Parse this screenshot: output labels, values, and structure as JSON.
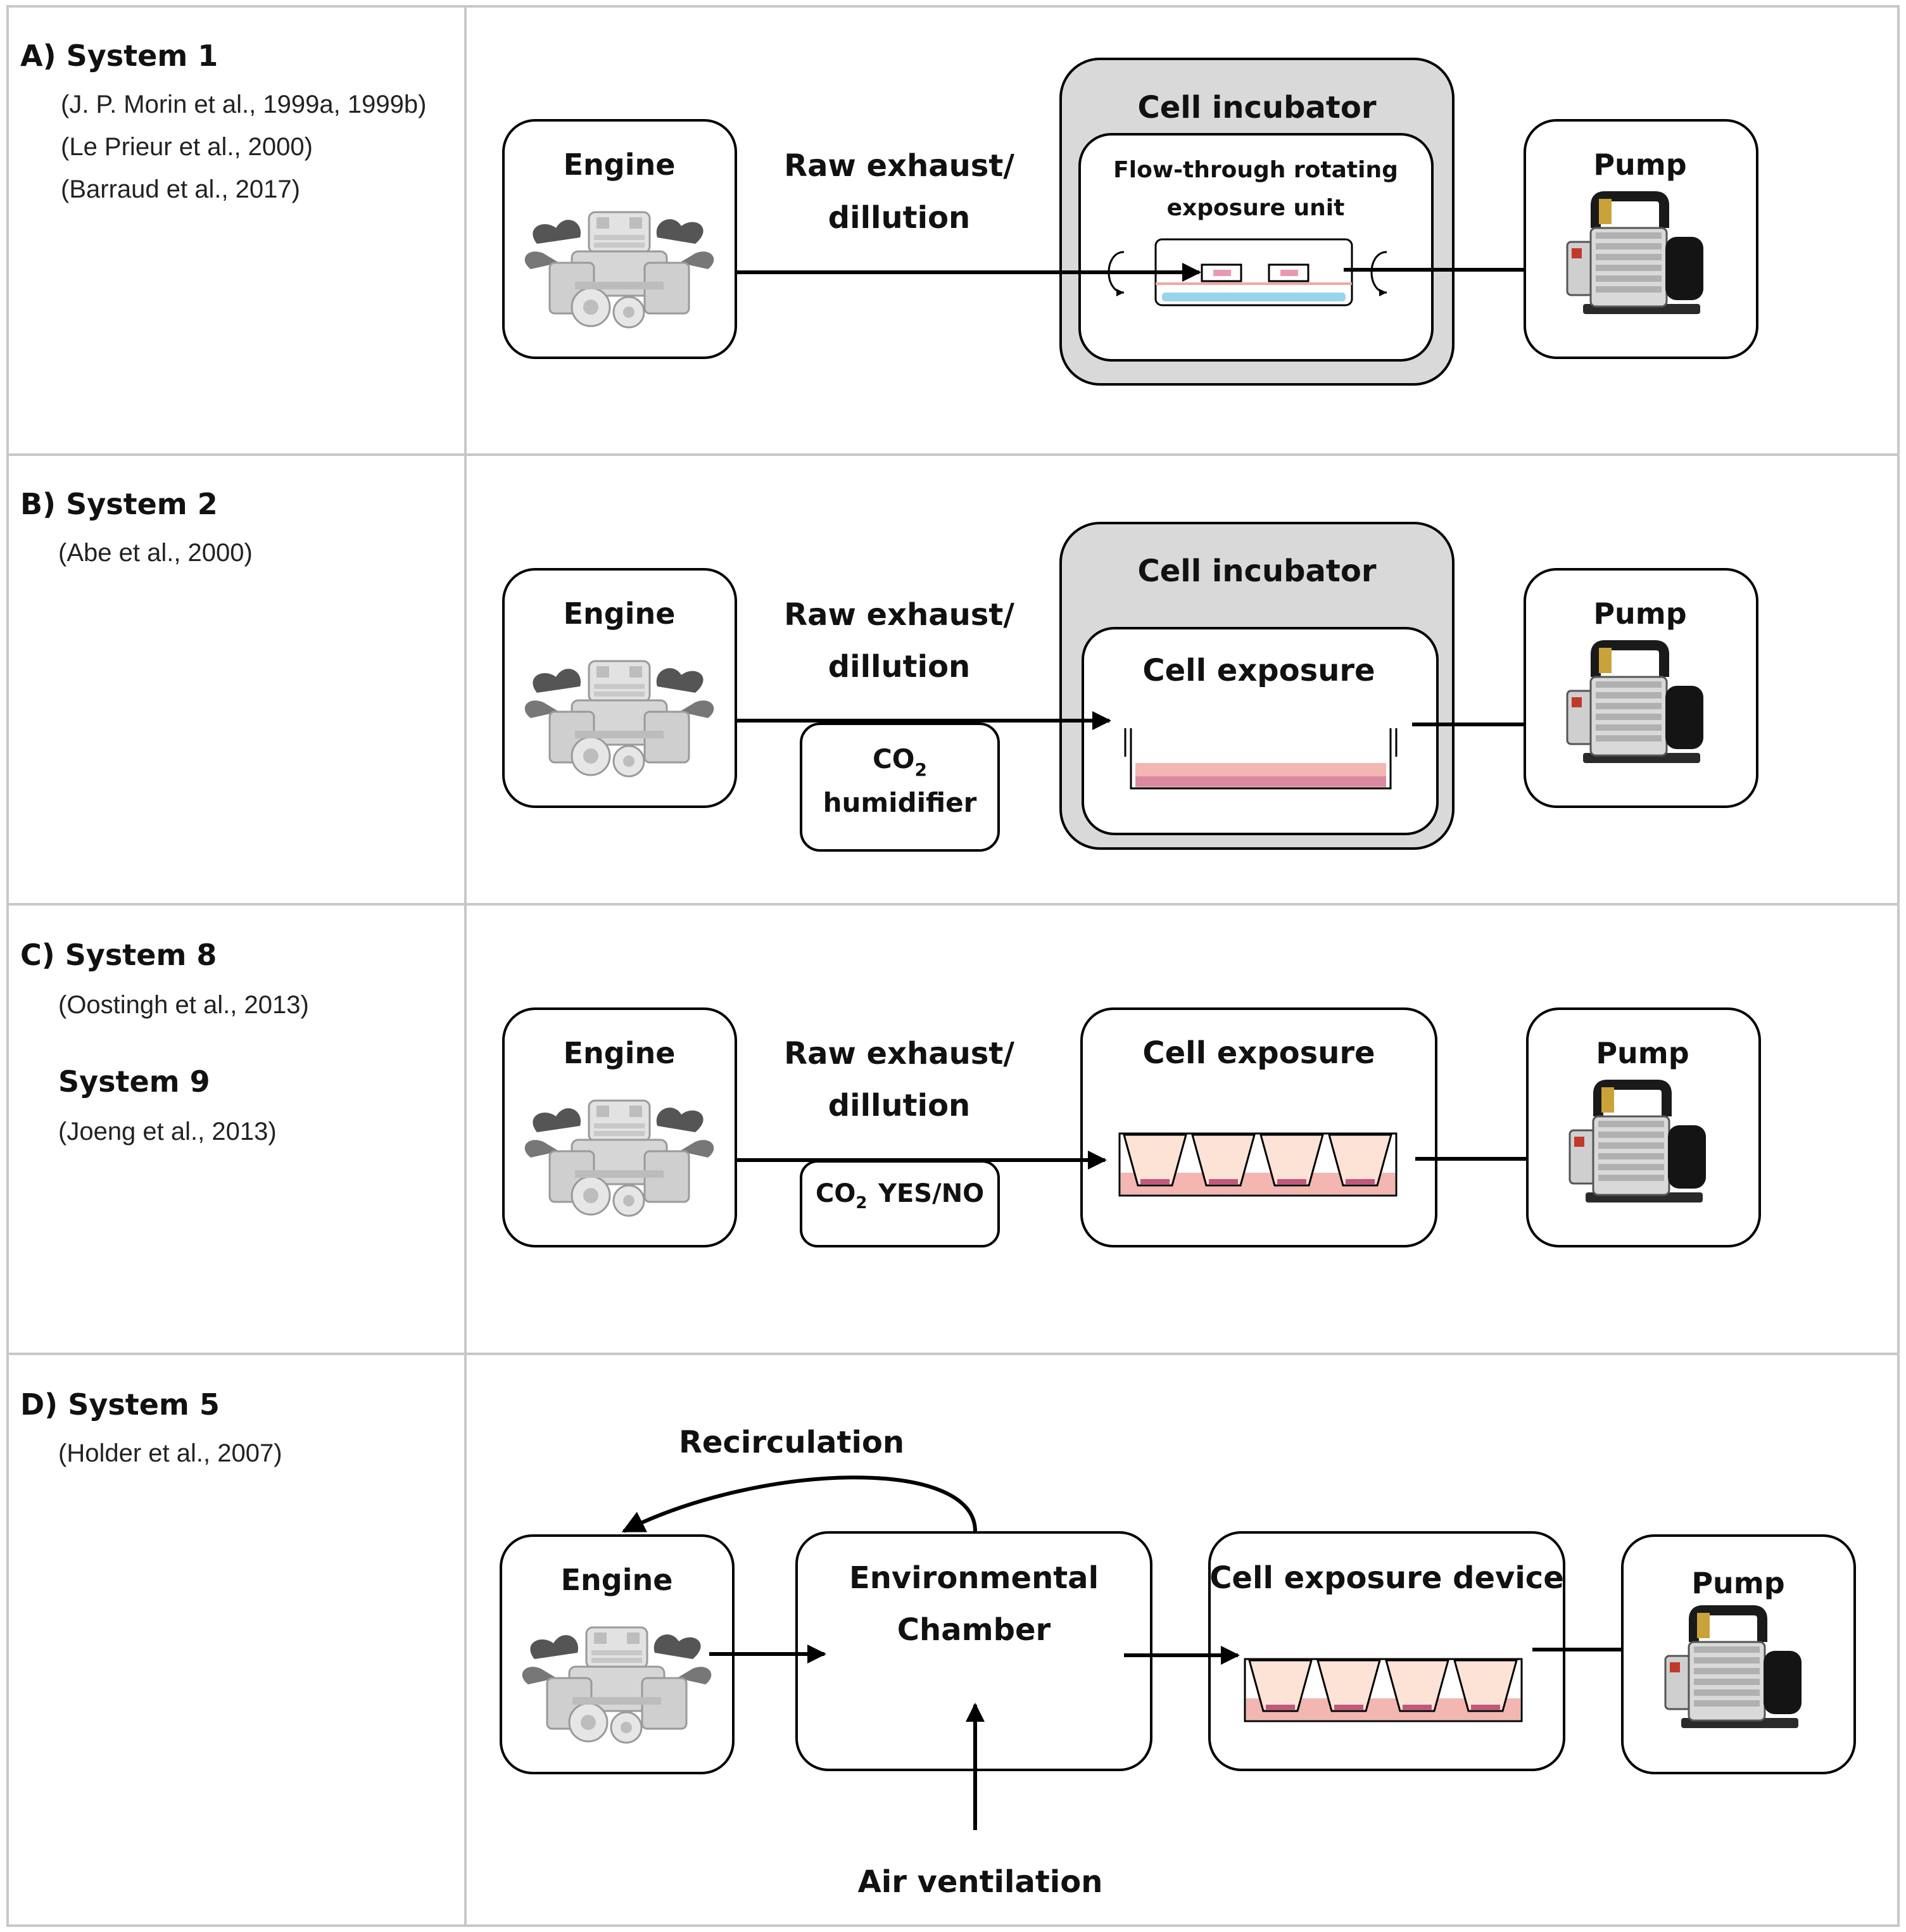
{
  "panels": {
    "a": {
      "title": "A) System 1",
      "refs": [
        "(J. P. Morin et al., 1999a, 1999b)",
        "(Le Prieur et al., 2000)",
        "(Barraud et al., 2017)"
      ],
      "engine": "Engine",
      "flow_label_1": "Raw exhaust/",
      "flow_label_2": "dillution",
      "incubator": "Cell incubator",
      "unit_1": "Flow-through rotating",
      "unit_2": "exposure unit",
      "pump": "Pump"
    },
    "b": {
      "title": "B) System 2",
      "refs": [
        "(Abe et al., 2000)"
      ],
      "engine": "Engine",
      "flow_label_1": "Raw exhaust/",
      "flow_label_2": "dillution",
      "humidifier_co2": "CO",
      "humidifier_sub": "2",
      "humidifier_label": "humidifier",
      "incubator": "Cell incubator",
      "exposure": "Cell exposure",
      "pump": "Pump"
    },
    "c": {
      "title": "C) System 8",
      "refs": [
        "(Oostingh et al., 2013)"
      ],
      "title_2": "System 9",
      "refs_2": [
        "(Joeng et al., 2013)"
      ],
      "engine": "Engine",
      "flow_label_1": "Raw exhaust/",
      "flow_label_2": "dillution",
      "co2_text": "CO",
      "co2_sub": "2",
      "co2_option": "YES/NO",
      "exposure": "Cell exposure",
      "pump": "Pump"
    },
    "d": {
      "title": "D) System 5",
      "refs": [
        "(Holder et al., 2007)"
      ],
      "engine": "Engine",
      "recirculation": "Recirculation",
      "chamber_1": "Environmental",
      "chamber_2": "Chamber",
      "device": "Cell exposure device",
      "pump": "Pump",
      "air": "Air ventilation"
    }
  },
  "icons": {
    "engine": "engine-icon",
    "pump": "vacuum-pump-icon",
    "rotation": "rotation-arrow-icon",
    "dish": "culture-dish-icon",
    "wells": "transwell-inserts-icon"
  },
  "colors": {
    "incubator_fill": "#d9d9d9",
    "medium_blue": "#9ad4ec",
    "cell_pink": "#f3b6b0",
    "cells_dark": "#c2577a",
    "insert_fill": "#fde3d6"
  }
}
